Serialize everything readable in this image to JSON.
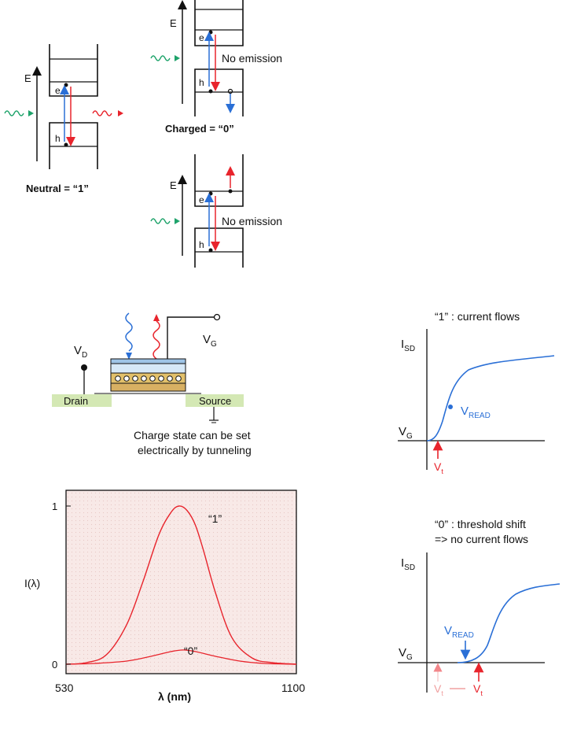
{
  "colors": {
    "blue": "#2a6fd6",
    "red": "#e8242c",
    "green": "#1fa36b",
    "pink_bg": "#f6e3e1",
    "pad_green": "#d4e8b4",
    "light_blue": "#cfe3f4",
    "gold": "#d9b45a",
    "faded_red": "#f0a0a0"
  },
  "band_diagrams": {
    "energy_label": "E",
    "electron_label": "e",
    "hole_label": "h",
    "neutral_caption": "Neutral = “1”",
    "charged_caption": "Charged = “0”",
    "no_emission_top": "No emission",
    "no_emission_bottom": "No emission"
  },
  "device": {
    "drain_voltage": "V",
    "drain_voltage_sub": "D",
    "gate_voltage": "V",
    "gate_voltage_sub": "G",
    "drain_label": "Drain",
    "source_label": "Source",
    "caption_line1": "Charge state can be set",
    "caption_line2": "electrically by tunneling"
  },
  "iv_top": {
    "title": "“1” :  current flows",
    "y_label": "I",
    "y_label_sub": "SD",
    "x_label": "V",
    "x_label_sub": "G",
    "vread": "V",
    "vread_sub": "READ",
    "vt": "V",
    "vt_sub": "t"
  },
  "iv_bottom": {
    "title_line1": "“0” : threshold shift",
    "title_line2": "=> no current flows",
    "y_label": "I",
    "y_label_sub": "SD",
    "x_label": "V",
    "x_label_sub": "G",
    "vread": "V",
    "vread_sub": "READ",
    "vt_old": "V",
    "vt_old_sub": "t",
    "vt_new": "V",
    "vt_new_sub": "t"
  },
  "chart_data": {
    "type": "line",
    "title": "",
    "xlabel": "λ (nm)",
    "ylabel": "I(λ)",
    "xlim": [
      530,
      1100
    ],
    "ylim": [
      0,
      1
    ],
    "x_ticks": [
      "530",
      "1100"
    ],
    "y_ticks": [
      "0",
      "1"
    ],
    "grid": false,
    "series": [
      {
        "name": "“1”",
        "x": [
          530,
          580,
          630,
          680,
          720,
          760,
          790,
          810,
          830,
          850,
          870,
          900,
          940,
          990,
          1040,
          1100
        ],
        "y": [
          0.0,
          0.01,
          0.06,
          0.25,
          0.52,
          0.82,
          0.96,
          1.0,
          0.97,
          0.88,
          0.72,
          0.45,
          0.17,
          0.04,
          0.01,
          0.0
        ]
      },
      {
        "name": "“0”",
        "x": [
          530,
          600,
          680,
          740,
          790,
          820,
          850,
          900,
          960,
          1020,
          1100
        ],
        "y": [
          0.0,
          0.005,
          0.02,
          0.05,
          0.08,
          0.09,
          0.08,
          0.05,
          0.02,
          0.005,
          0.0
        ]
      }
    ]
  }
}
